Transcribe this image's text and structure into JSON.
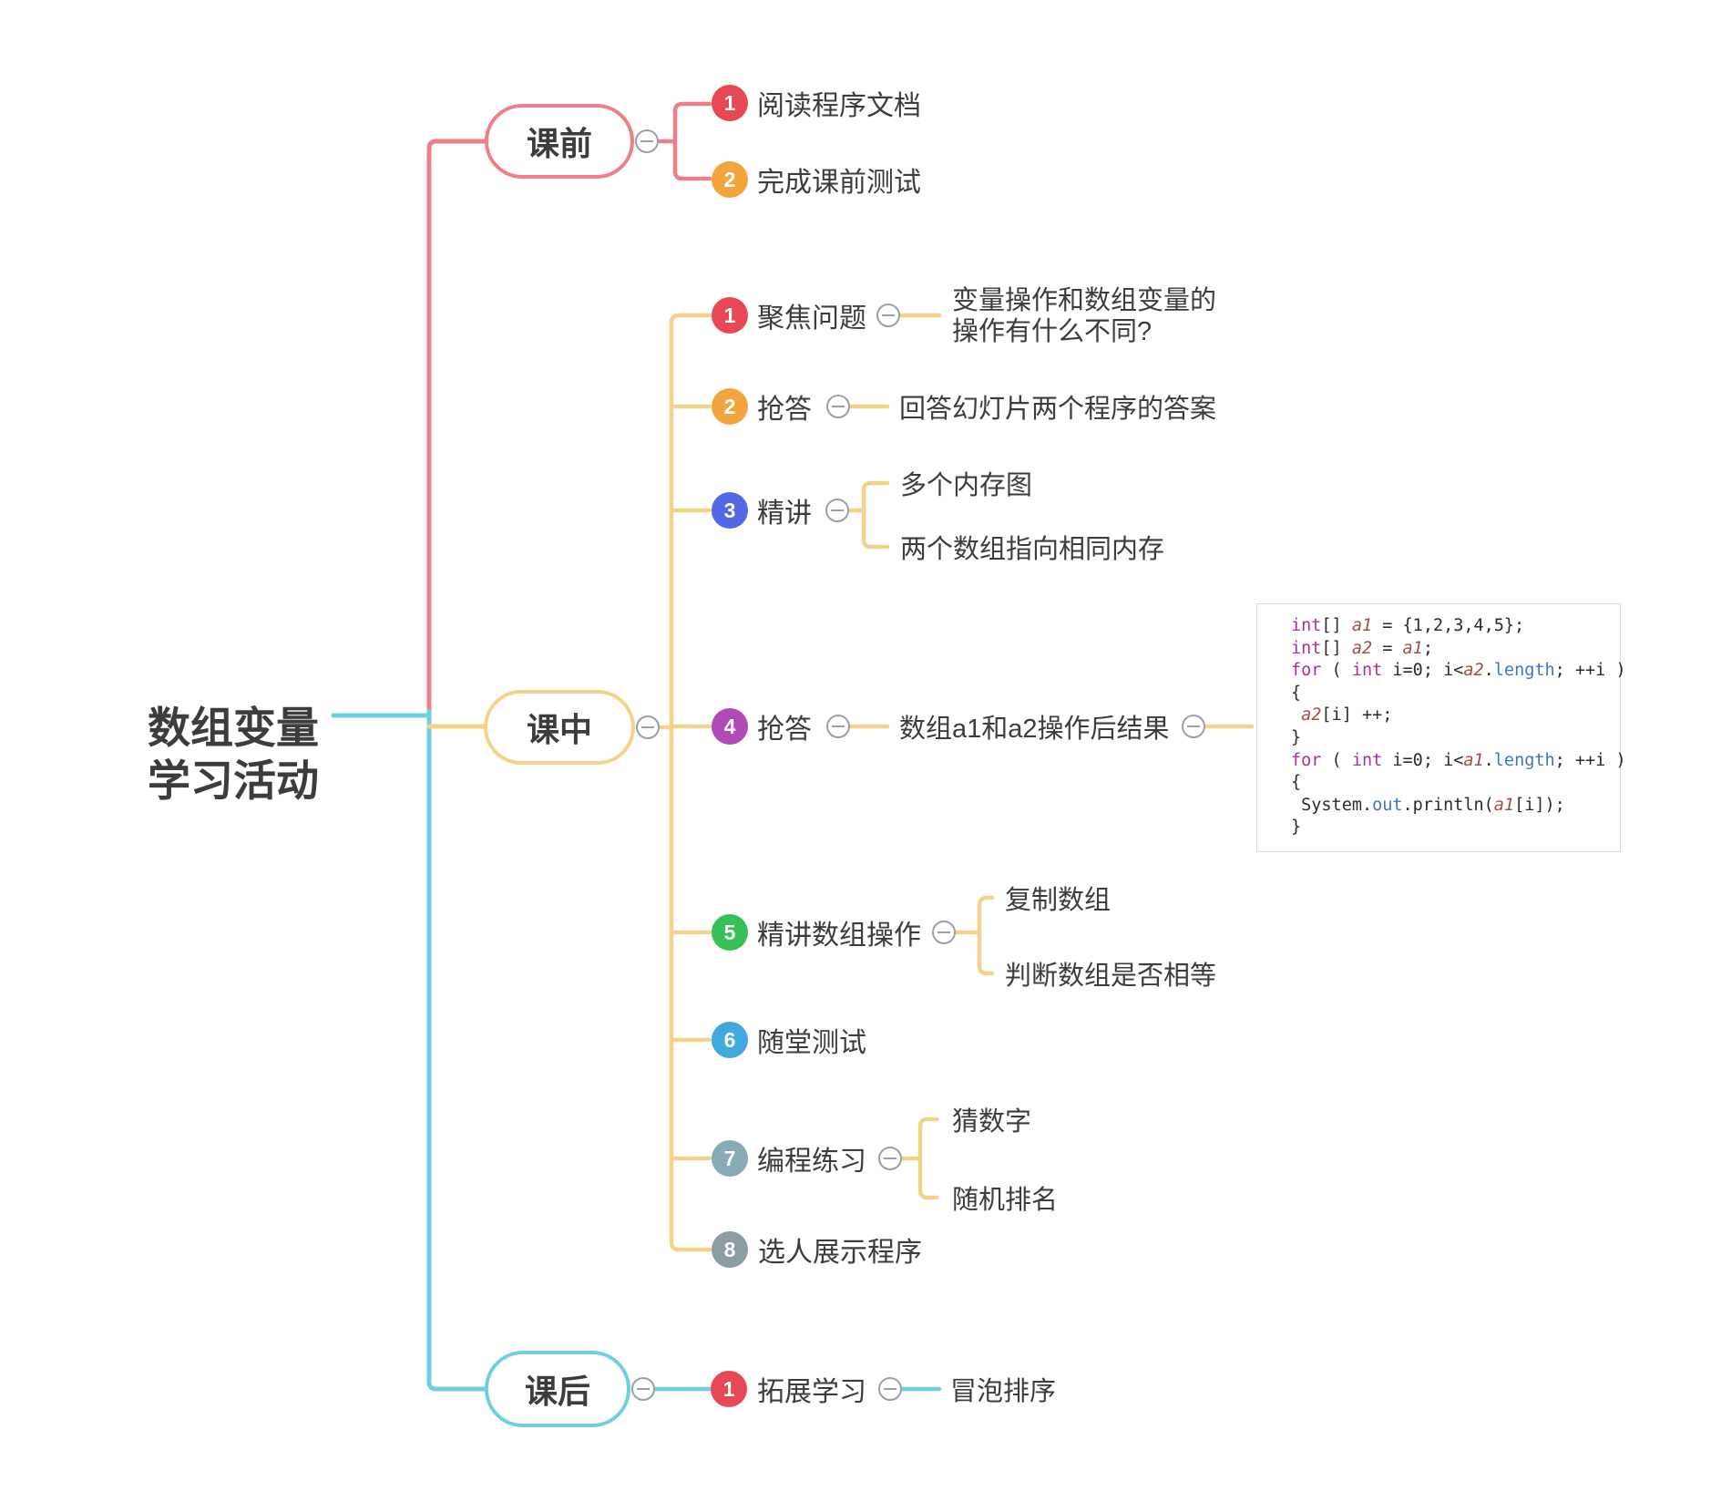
{
  "root_title": {
    "line1": "数组变量",
    "line2": "学习活动"
  },
  "branch_pre": {
    "label": "课前",
    "items": [
      {
        "num": "1",
        "label": "阅读程序文档"
      },
      {
        "num": "2",
        "label": "完成课前测试"
      }
    ]
  },
  "branch_mid": {
    "label": "课中",
    "items": [
      {
        "num": "1",
        "label": "聚焦问题",
        "note_line1": "变量操作和数组变量的",
        "note_line2": "操作有什么不同?"
      },
      {
        "num": "2",
        "label": "抢答",
        "note": "回答幻灯片两个程序的答案"
      },
      {
        "num": "3",
        "label": "精讲",
        "sub1": "多个内存图",
        "sub2": "两个数组指向相同内存"
      },
      {
        "num": "4",
        "label": "抢答",
        "note": "数组a1和a2操作后结果"
      },
      {
        "num": "5",
        "label": "精讲数组操作",
        "sub1": "复制数组",
        "sub2": "判断数组是否相等"
      },
      {
        "num": "6",
        "label": "随堂测试"
      },
      {
        "num": "7",
        "label": "编程练习",
        "sub1": "猜数字",
        "sub2": "随机排名"
      },
      {
        "num": "8",
        "label": "选人展示程序"
      }
    ]
  },
  "branch_post": {
    "label": "课后",
    "items": [
      {
        "num": "1",
        "label": "拓展学习",
        "note": "冒泡排序"
      }
    ]
  },
  "code_block": {
    "lines": [
      "int[] a1 = {1,2,3,4,5};",
      "int[] a2 = a1;",
      "for ( int i=0; i<a2.length; ++i )",
      "{",
      " a2[i] ++;",
      "}",
      "for ( int i=0; i<a1.length; ++i )",
      "{",
      " System.out.println(a1[i]);",
      "}"
    ]
  },
  "badge_colors": {
    "pre": [
      "#e84855",
      "#f2a53c"
    ],
    "mid": [
      "#e84855",
      "#f2a53c",
      "#5468e6",
      "#b04ab4",
      "#37bf58",
      "#41aadc",
      "#87abb6",
      "#8b9da1"
    ],
    "post": [
      "#e84855"
    ]
  },
  "branch_colors": {
    "pre": "#ef7e8b",
    "mid": "#f2d389",
    "post": "#6fcfe0"
  },
  "code_colors": {
    "keyword": "#ab309b",
    "variable": "#9c5048",
    "member": "#4273ca",
    "default": "#2b2b2b"
  }
}
